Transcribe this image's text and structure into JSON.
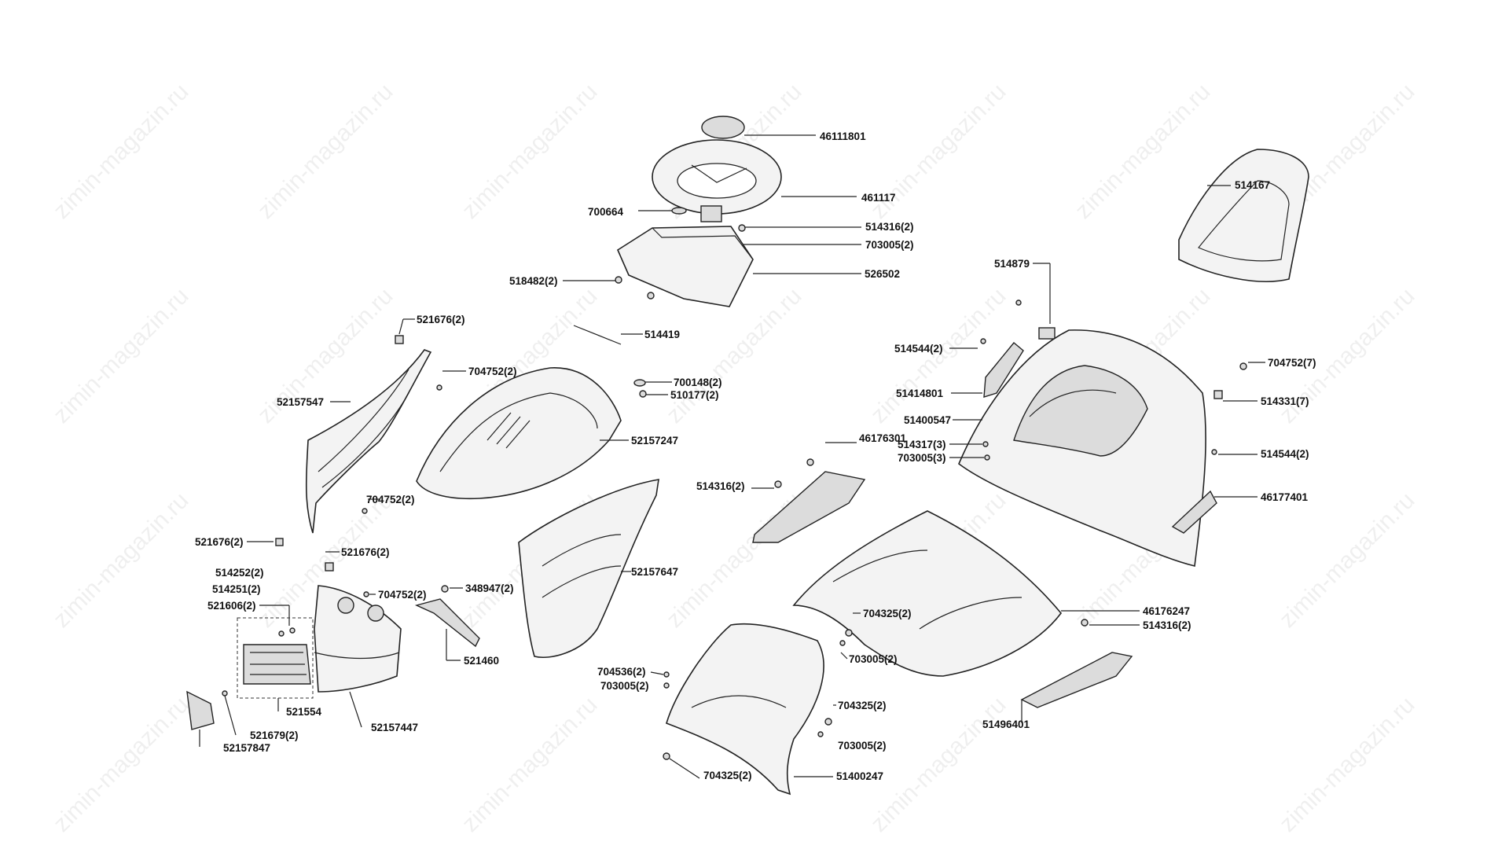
{
  "watermark": "zimin-magazin.ru",
  "labels": [
    {
      "id": "46111801",
      "text": "46111801"
    },
    {
      "id": "461117",
      "text": "461117"
    },
    {
      "id": "700664",
      "text": "700664"
    },
    {
      "id": "514316a",
      "text": "514316(2)"
    },
    {
      "id": "703005a",
      "text": "703005(2)"
    },
    {
      "id": "518482",
      "text": "518482(2)"
    },
    {
      "id": "526502",
      "text": "526502"
    },
    {
      "id": "514419",
      "text": "514419"
    },
    {
      "id": "521676a",
      "text": "521676(2)"
    },
    {
      "id": "704752a",
      "text": "704752(2)"
    },
    {
      "id": "700148",
      "text": "700148(2)"
    },
    {
      "id": "510177",
      "text": "510177(2)"
    },
    {
      "id": "52157547",
      "text": "52157547"
    },
    {
      "id": "52157247",
      "text": "52157247"
    },
    {
      "id": "704752b",
      "text": "704752(2)"
    },
    {
      "id": "521676b",
      "text": "521676(2)"
    },
    {
      "id": "521676c",
      "text": "521676(2)"
    },
    {
      "id": "514252",
      "text": "514252(2)"
    },
    {
      "id": "514251",
      "text": "514251(2)"
    },
    {
      "id": "521606",
      "text": "521606(2)"
    },
    {
      "id": "704752c",
      "text": "704752(2)"
    },
    {
      "id": "348947",
      "text": "348947(2)"
    },
    {
      "id": "52157647",
      "text": "52157647"
    },
    {
      "id": "521460",
      "text": "521460"
    },
    {
      "id": "521554",
      "text": "521554"
    },
    {
      "id": "52157447",
      "text": "52157447"
    },
    {
      "id": "521679",
      "text": "521679(2)"
    },
    {
      "id": "52157847",
      "text": "52157847"
    },
    {
      "id": "514167",
      "text": "514167"
    },
    {
      "id": "514879",
      "text": "514879"
    },
    {
      "id": "514544a",
      "text": "514544(2)"
    },
    {
      "id": "704752d",
      "text": "704752(7)"
    },
    {
      "id": "51414801",
      "text": "51414801"
    },
    {
      "id": "514331",
      "text": "514331(7)"
    },
    {
      "id": "51400547",
      "text": "51400547"
    },
    {
      "id": "46176301",
      "text": "46176301"
    },
    {
      "id": "514317",
      "text": "514317(3)"
    },
    {
      "id": "703005b",
      "text": "703005(3)"
    },
    {
      "id": "514544b",
      "text": "514544(2)"
    },
    {
      "id": "514316b",
      "text": "514316(2)"
    },
    {
      "id": "46177401",
      "text": "46177401"
    },
    {
      "id": "704325a",
      "text": "704325(2)"
    },
    {
      "id": "46176247",
      "text": "46176247"
    },
    {
      "id": "514316c",
      "text": "514316(2)"
    },
    {
      "id": "703005c",
      "text": "703005(2)"
    },
    {
      "id": "704536",
      "text": "704536(2)"
    },
    {
      "id": "703005d",
      "text": "703005(2)"
    },
    {
      "id": "704325b",
      "text": "704325(2)"
    },
    {
      "id": "703005e",
      "text": "703005(2)"
    },
    {
      "id": "51496401",
      "text": "51496401"
    },
    {
      "id": "704325c",
      "text": "704325(2)"
    },
    {
      "id": "51400247",
      "text": "51400247"
    }
  ]
}
